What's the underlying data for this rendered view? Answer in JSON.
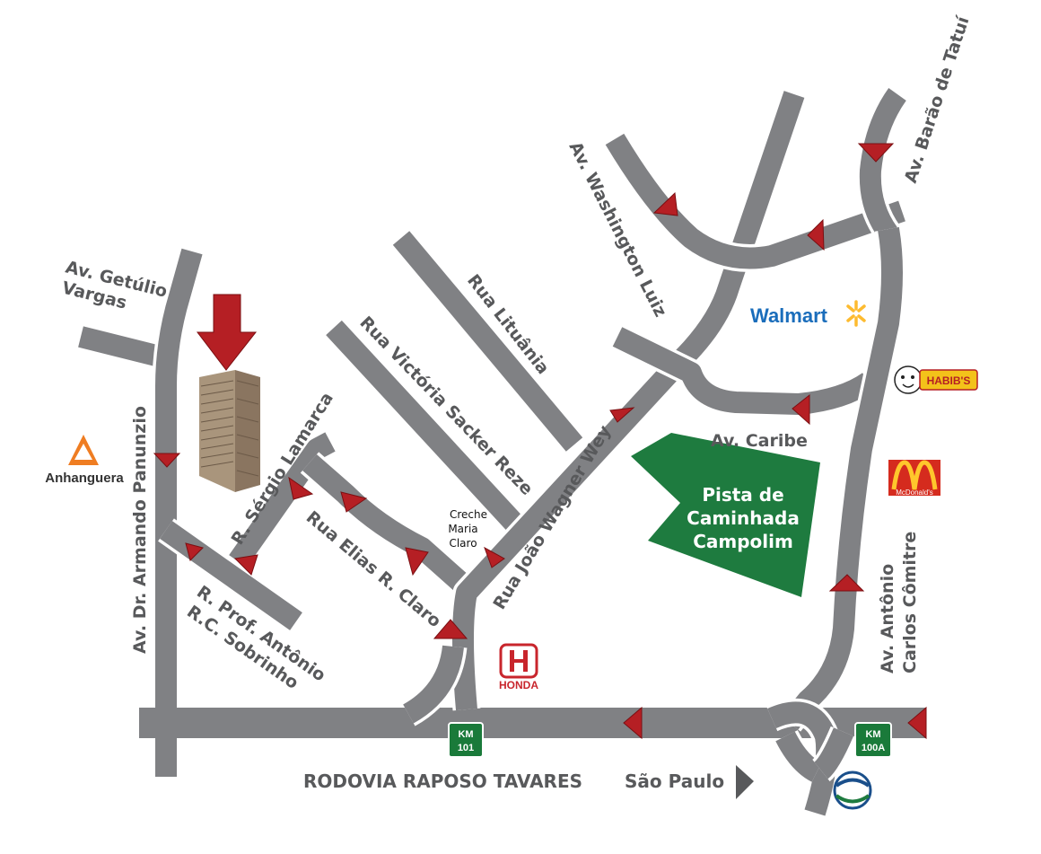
{
  "streets": {
    "getulio": [
      "Av. Getúlio",
      "Vargas"
    ],
    "panunzio": "Av. Dr. Armando Panunzio",
    "sergio": "R. Sérgio Lamarca",
    "prof": [
      "R. Prof. Antônio",
      "R.C. Sobrinho"
    ],
    "victoria": "Rua Victória Sacker Reze",
    "lituania": "Rua Lituânia",
    "elias": "Rua Elias R. Claro",
    "joao": "Rua João Wagner Wey",
    "washington": "Av. Washington Luiz",
    "barao": "Av. Barão de Tatuí",
    "caribe": "Av. Caribe",
    "carlos": [
      "Av. Antônio",
      "Carlos Cômitre"
    ],
    "rodovia": "RODOVIA RAPOSO TAVARES",
    "saopaulo": "São Paulo"
  },
  "places": {
    "creche": [
      "Creche",
      "Maria",
      "Claro"
    ],
    "pista": [
      "Pista de",
      "Caminhada",
      "Campolim"
    ],
    "walmart": "Walmart",
    "habibs": "HABIB'S",
    "mcdonalds": "McDonald's",
    "anhanguera": "Anhanguera",
    "honda": "HONDA"
  },
  "markers": {
    "km101": [
      "KM",
      "101"
    ],
    "km100a": [
      "KM",
      "100A"
    ]
  },
  "colors": {
    "road": "#808184",
    "arrow": "#b51f24",
    "park": "#1e7b3f",
    "walmart": "#1a6dbb",
    "walmart_spark": "#fdbb30",
    "anhanguera": "#ef7d22",
    "honda": "#c8252c",
    "km_sign": "#1a7a3a"
  },
  "icons": {
    "destination": "red-down-arrow-icon",
    "building": "building-icon"
  }
}
